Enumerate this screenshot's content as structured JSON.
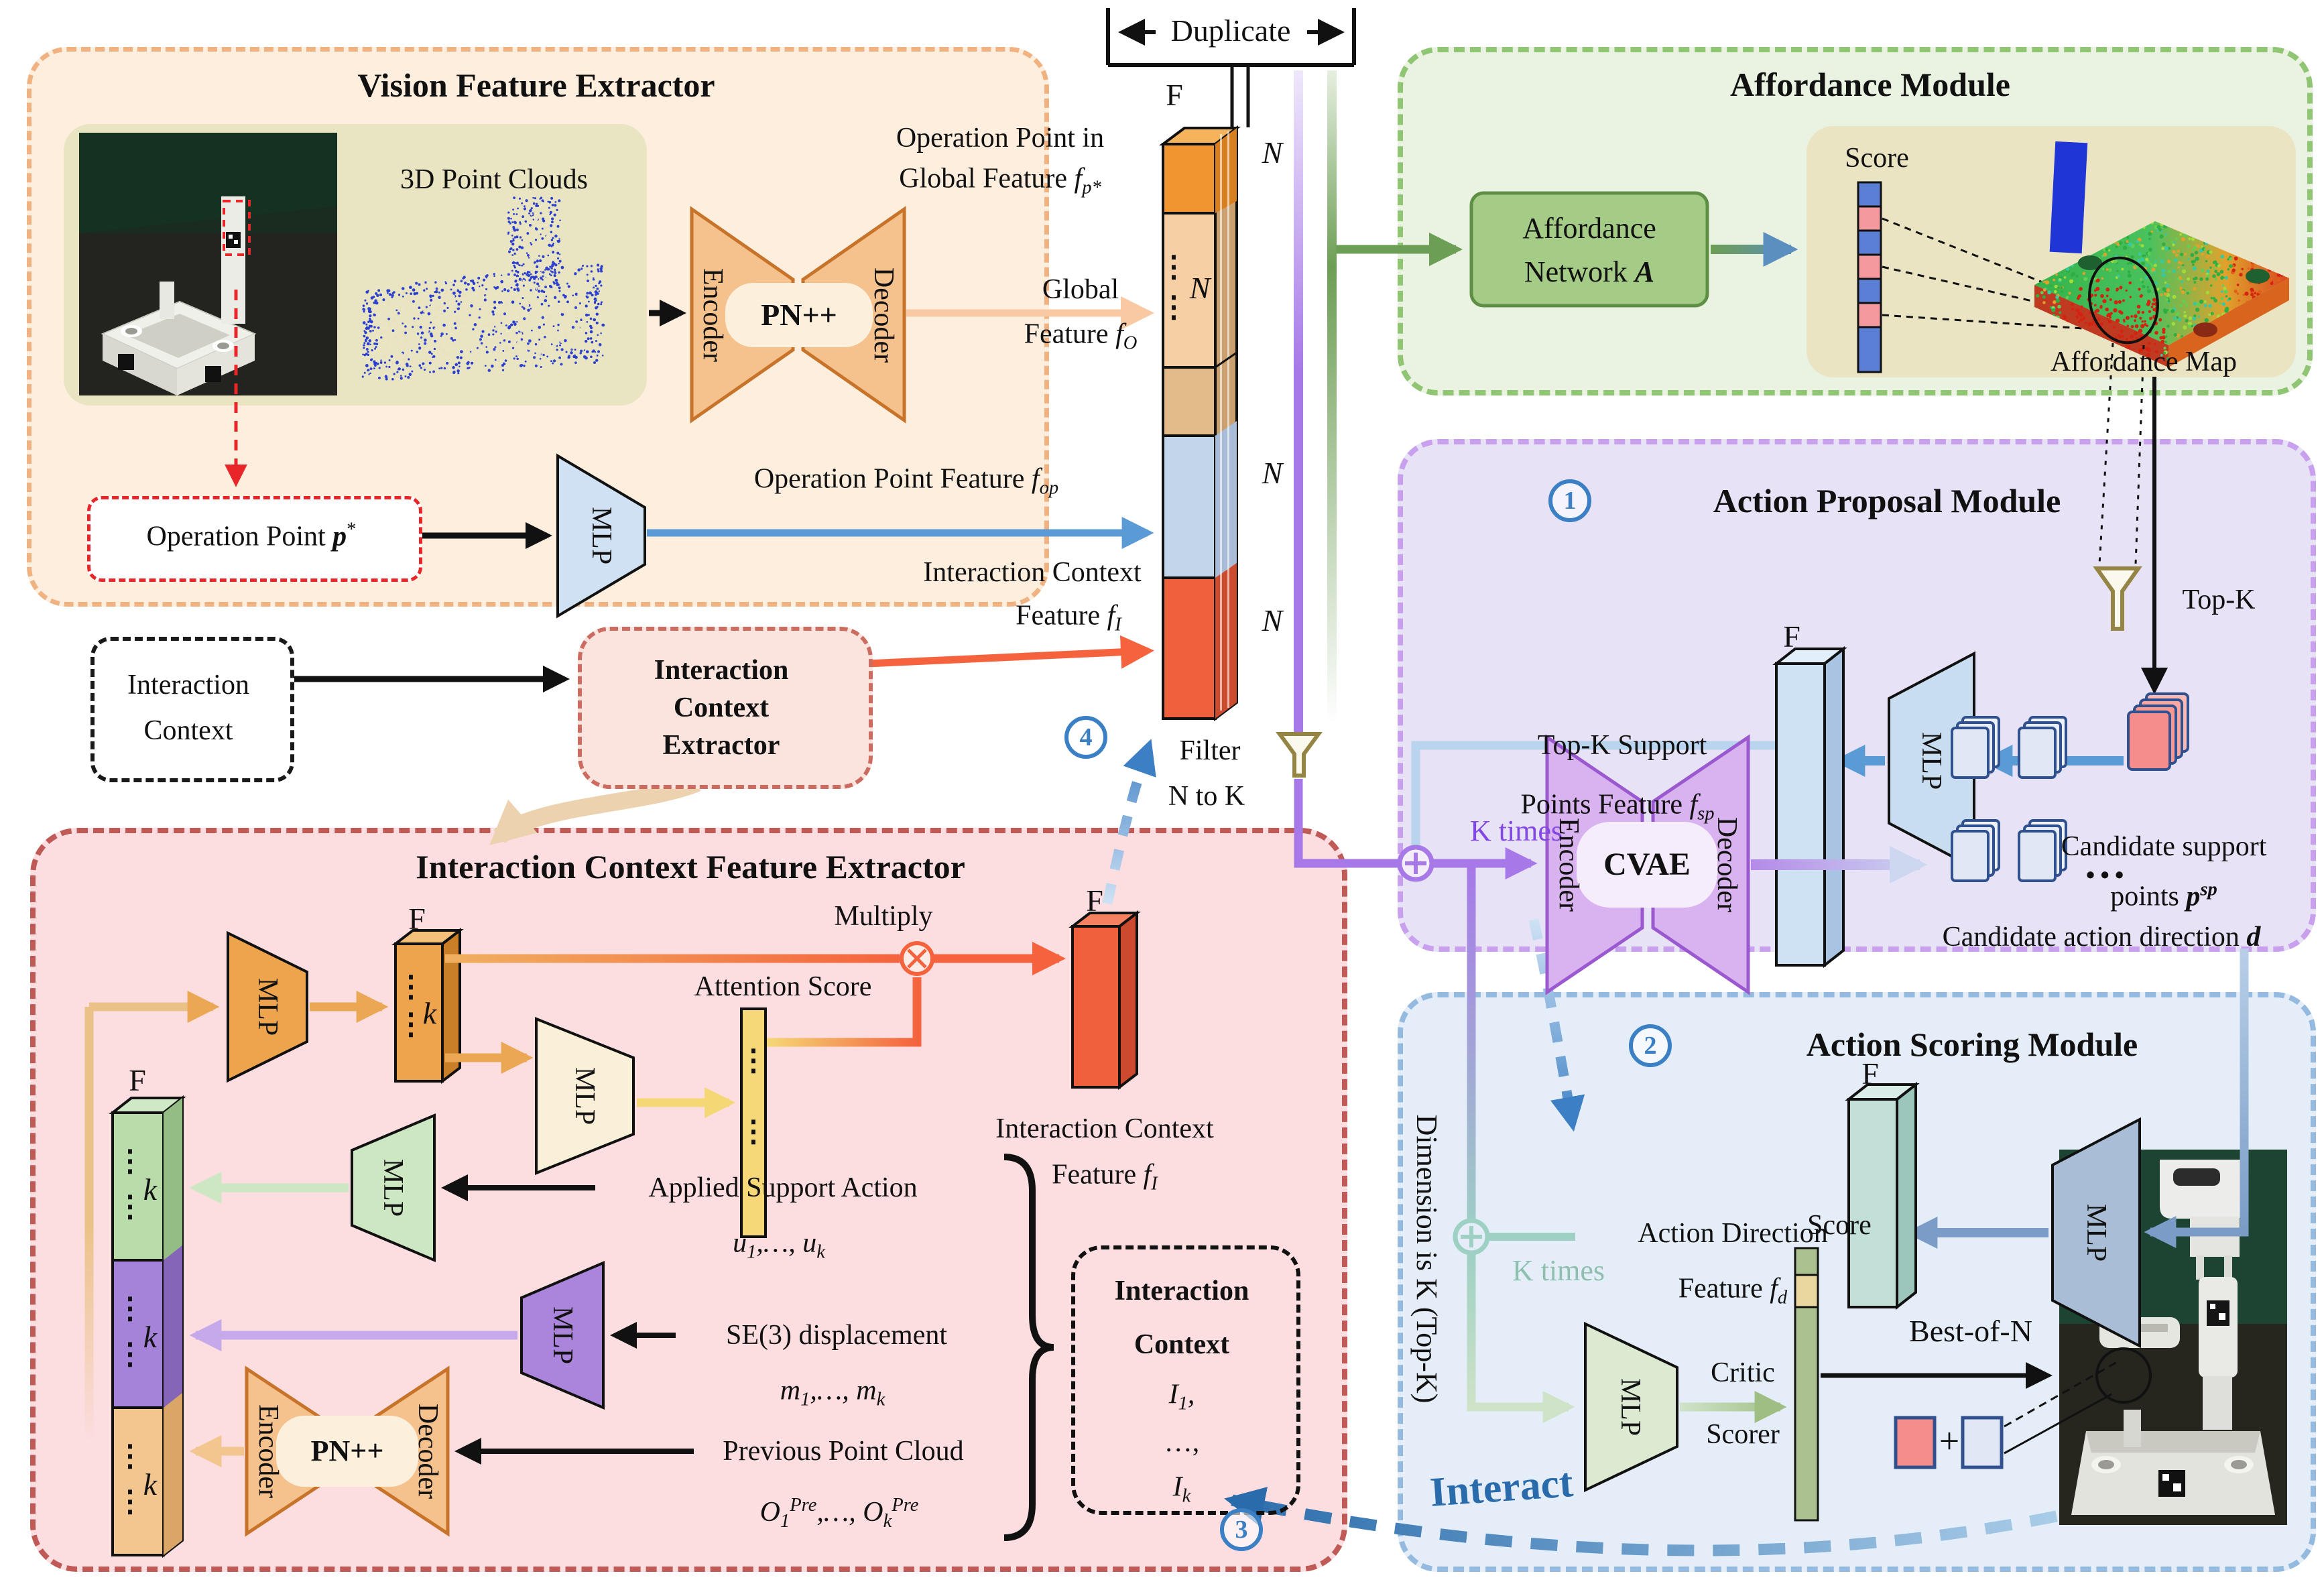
{
  "shared": {
    "mlp": "MLP",
    "encoder": "Encoder",
    "decoder": "Decoder",
    "pn": "PN++",
    "f": "F",
    "n": "N",
    "k": "k",
    "score": "Score",
    "k_times": "K times",
    "ellipsis": "…"
  },
  "icons": {
    "multiply": "⊗",
    "concat": "⊕",
    "vdots": "⋮",
    "plus": "+"
  },
  "steps": {
    "s1": "1",
    "s2": "2",
    "s3": "3",
    "s4": "4"
  },
  "colors": {
    "vfe_accent": "#f1b282",
    "icfe_accent": "#c05a56",
    "affordance_accent": "#8fc573",
    "proposal_accent": "#c9a0ee",
    "scoring_accent": "#94bbdf",
    "step_blue": "#3b7fc4",
    "interact_blue": "#2a6cab",
    "ktimes_purple": "#8247e5",
    "ktimes_teal": "#8fbfae"
  },
  "vfe": {
    "title": "Vision Feature Extractor",
    "point_clouds": "3D Point Clouds",
    "op_point": {
      "pre": "Operation Point ",
      "sym": "p",
      "sup": "*"
    },
    "op_global_l1": "Operation Point in",
    "op_global_l2": {
      "pre": "Global Feature ",
      "sym": "f",
      "sub": "p*"
    },
    "global_l1": "Global",
    "global_l2": {
      "pre": "Feature ",
      "sym": "f",
      "sub": "O"
    },
    "op_feat": {
      "pre": "Operation Point Feature ",
      "sym": "f",
      "sub": "op"
    },
    "ic_feat_l1": "Interaction Context",
    "ic_feat_l2": {
      "pre": "Feature ",
      "sym": "f",
      "sub": "I"
    }
  },
  "stack": {
    "duplicate": "Duplicate",
    "filter_l1": "Filter",
    "filter_l2": "N to K"
  },
  "ic_box": {
    "l1": "Interaction",
    "l2": "Context"
  },
  "ice_box": {
    "l1": "Interaction",
    "l2": "Context",
    "l3": "Extractor"
  },
  "affordance": {
    "title": "Affordance Module",
    "net_l1": "Affordance",
    "net_l2": {
      "pre": "Network ",
      "sym": "A"
    },
    "map": "Affordance Map"
  },
  "proposal": {
    "title": "Action Proposal Module",
    "topk": "Top-K",
    "cand_l1": "Candidate support",
    "cand_l2": {
      "pre": "points ",
      "sym": "p",
      "sup": "sp"
    },
    "feat_l1": "Top-K Support",
    "feat_l2": {
      "pre": "Points Feature ",
      "sym": "f",
      "sub": "sp"
    },
    "cvae": "CVAE",
    "dir": {
      "pre": "Candidate action direction ",
      "sym": "d"
    }
  },
  "scoring": {
    "title": "Action Scoring Module",
    "dimension": "Dimension is K (Top-K)",
    "dir_l1": "Action Direction",
    "dir_l2": {
      "pre": "Feature ",
      "sym": "f",
      "sub": "d"
    },
    "critic_l1": "Critic",
    "critic_l2": "Scorer",
    "best": "Best-of-N",
    "interact": "Interact"
  },
  "icfe": {
    "title": "Interaction Context Feature Extractor",
    "multiply": "Multiply",
    "attention": "Attention Score",
    "ic_feat_l1": "Interaction Context",
    "ic_feat_l2": {
      "pre": "Feature ",
      "sym": "f",
      "sub": "I"
    },
    "applied_l1": "Applied Support Action",
    "applied_l2": {
      "a": "u",
      "asub": "1",
      "mid": ",…, ",
      "b": "u",
      "bsub": "k"
    },
    "se3_l1": "SE(3) displacement",
    "se3_l2": {
      "a": "m",
      "asub": "1",
      "mid": ",…, ",
      "b": "m",
      "bsub": "k"
    },
    "prev_l1": "Previous Point Cloud",
    "prev_l2": {
      "a": "O",
      "asub": "1",
      "asup": "Pre",
      "mid": ",…, ",
      "b": "O",
      "bsub": "k",
      "bsup": "Pre"
    },
    "ctx": {
      "l1": "Interaction",
      "l2": "Context",
      "i1": {
        "sym": "I",
        "sub": "1",
        "tail": ","
      },
      "mid": "…,",
      "ik": {
        "sym": "I",
        "sub": "k"
      }
    }
  }
}
